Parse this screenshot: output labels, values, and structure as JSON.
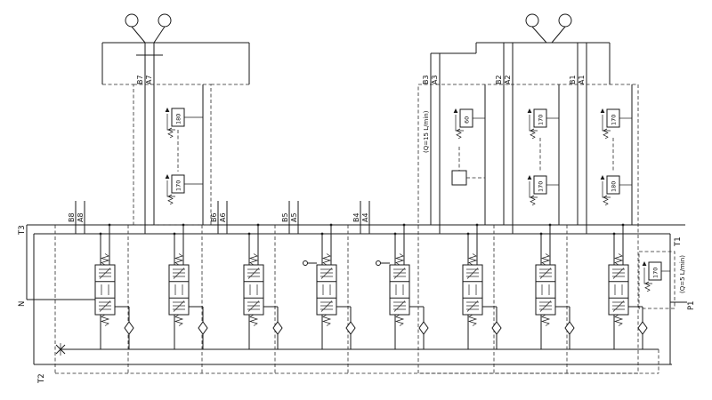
{
  "diagram": {
    "kind": "hydraulic-valve-bank-schematic",
    "edge_labels": {
      "t3": "T3",
      "n": "N",
      "t2": "T2",
      "t1": "T1",
      "p1": "P1"
    },
    "ports": {
      "b1": "B1",
      "a1": "A1",
      "b2": "B2",
      "a2": "A2",
      "b3": "B3",
      "a3": "A3",
      "b4": "B4",
      "a4": "A4",
      "b5": "B5",
      "a5": "A5",
      "b6": "B6",
      "a6": "A6",
      "b7": "B7",
      "a7": "A7",
      "b8": "B8",
      "a8": "A8"
    },
    "relief_settings": {
      "left_top": "180",
      "left_bottom": "170",
      "right_top_1": "60",
      "right_top_2": "170",
      "right_top_3": "170",
      "right_bottom_2": "170",
      "right_bottom_3": "180",
      "inlet": "170"
    },
    "annotations": {
      "q_main": "(Q=15 L/min)",
      "q_inlet": "(Q=5 L/min)"
    }
  }
}
